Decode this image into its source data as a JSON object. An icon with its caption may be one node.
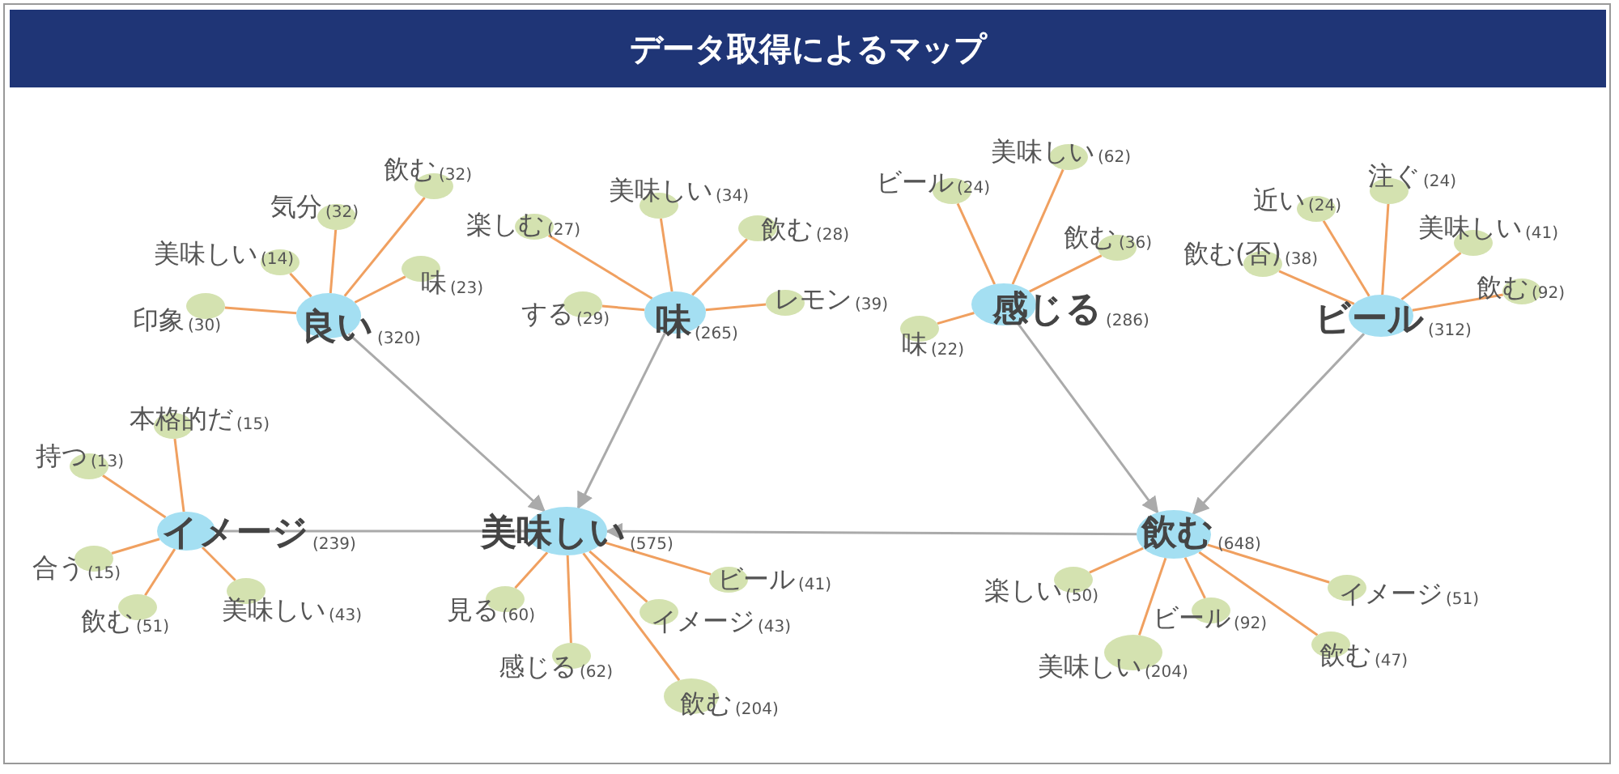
{
  "diagram": {
    "title": "データ取得によるマップ",
    "nodes": [
      {
        "text": [
          "良い",
          "(320)"
        ]
      },
      {
        "text": [
          "飲む",
          "(32)"
        ]
      },
      {
        "text": [
          "気分",
          "(32)"
        ]
      },
      {
        "text": [
          "美味しい",
          "(14)"
        ]
      },
      {
        "text": [
          "味",
          "(23)"
        ]
      },
      {
        "text": [
          "印象",
          "(30)"
        ]
      },
      {
        "text": [
          "味",
          "(265)"
        ]
      },
      {
        "text": [
          "楽しむ",
          "(27)"
        ]
      },
      {
        "text": [
          "美味しい",
          "(34)"
        ]
      },
      {
        "text": [
          "飲む",
          "(28)"
        ]
      },
      {
        "text": [
          "する",
          "(29)"
        ]
      },
      {
        "text": [
          "レモン",
          "(39)"
        ]
      },
      {
        "text": [
          "感じる",
          "(286)"
        ]
      },
      {
        "text": [
          "ビール",
          "(24)"
        ]
      },
      {
        "text": [
          "美味しい",
          "(62)"
        ]
      },
      {
        "text": [
          "飲む",
          "(36)"
        ]
      },
      {
        "text": [
          "味",
          "(22)"
        ]
      },
      {
        "text": [
          "ビール",
          "(312)"
        ]
      },
      {
        "text": [
          "近い",
          "(24)"
        ]
      },
      {
        "text": [
          "注ぐ",
          "(24)"
        ]
      },
      {
        "text": [
          "美味しい",
          "(41)"
        ]
      },
      {
        "text": [
          "飲む(否)",
          "(38)"
        ]
      },
      {
        "text": [
          "飲む",
          "(92)"
        ]
      },
      {
        "text": [
          "イメージ",
          "(239)"
        ]
      },
      {
        "text": [
          "本格的だ",
          "(15)"
        ]
      },
      {
        "text": [
          "持つ",
          "(13)"
        ]
      },
      {
        "text": [
          "合う",
          "(15)"
        ]
      },
      {
        "text": [
          "飲む",
          "(51)"
        ]
      },
      {
        "text": [
          "美味しい",
          "(43)"
        ]
      },
      {
        "text": [
          "美味しい",
          "(575)"
        ]
      },
      {
        "text": [
          "見る",
          "(60)"
        ]
      },
      {
        "text": [
          "感じる",
          "(62)"
        ]
      },
      {
        "text": [
          "飲む",
          "(204)"
        ]
      },
      {
        "text": [
          "ビール",
          "(41)"
        ]
      },
      {
        "text": [
          "イメージ",
          "(43)"
        ]
      },
      {
        "text": [
          "飲む",
          "(648)"
        ]
      },
      {
        "text": [
          "楽しい",
          "(50)"
        ]
      },
      {
        "text": [
          "美味しい",
          "(204)"
        ]
      },
      {
        "text": [
          "ビール",
          "(92)"
        ]
      },
      {
        "text": [
          "飲む",
          "(47)"
        ]
      },
      {
        "text": [
          "イメージ",
          "(51)"
        ]
      }
    ],
    "edges": [
      {
        "from": 0,
        "to": 1,
        "arrow": "none"
      },
      {
        "from": 0,
        "to": 2,
        "arrow": "none"
      },
      {
        "from": 0,
        "to": 3,
        "arrow": "none"
      },
      {
        "from": 0,
        "to": 4,
        "arrow": "none"
      },
      {
        "from": 0,
        "to": 5,
        "arrow": "none"
      },
      {
        "from": 6,
        "to": 7,
        "arrow": "none"
      },
      {
        "from": 6,
        "to": 8,
        "arrow": "none"
      },
      {
        "from": 6,
        "to": 9,
        "arrow": "none"
      },
      {
        "from": 6,
        "to": 10,
        "arrow": "none"
      },
      {
        "from": 6,
        "to": 11,
        "arrow": "none"
      },
      {
        "from": 12,
        "to": 13,
        "arrow": "none"
      },
      {
        "from": 12,
        "to": 14,
        "arrow": "none"
      },
      {
        "from": 12,
        "to": 15,
        "arrow": "none"
      },
      {
        "from": 12,
        "to": 16,
        "arrow": "none"
      },
      {
        "from": 17,
        "to": 18,
        "arrow": "none"
      },
      {
        "from": 17,
        "to": 19,
        "arrow": "none"
      },
      {
        "from": 17,
        "to": 20,
        "arrow": "none"
      },
      {
        "from": 17,
        "to": 21,
        "arrow": "none"
      },
      {
        "from": 17,
        "to": 22,
        "arrow": "none"
      },
      {
        "from": 23,
        "to": 24,
        "arrow": "none"
      },
      {
        "from": 23,
        "to": 25,
        "arrow": "none"
      },
      {
        "from": 23,
        "to": 26,
        "arrow": "none"
      },
      {
        "from": 23,
        "to": 27,
        "arrow": "none"
      },
      {
        "from": 23,
        "to": 28,
        "arrow": "none"
      },
      {
        "from": 29,
        "to": 30,
        "arrow": "none"
      },
      {
        "from": 29,
        "to": 31,
        "arrow": "none"
      },
      {
        "from": 29,
        "to": 32,
        "arrow": "none"
      },
      {
        "from": 29,
        "to": 33,
        "arrow": "none"
      },
      {
        "from": 29,
        "to": 34,
        "arrow": "none"
      },
      {
        "from": 35,
        "to": 36,
        "arrow": "none"
      },
      {
        "from": 35,
        "to": 37,
        "arrow": "none"
      },
      {
        "from": 35,
        "to": 38,
        "arrow": "none"
      },
      {
        "from": 35,
        "to": 39,
        "arrow": "none"
      },
      {
        "from": 35,
        "to": 40,
        "arrow": "none"
      },
      {
        "from": 0,
        "to": 29,
        "arrow": "to",
        "color": "#aaaaaa"
      },
      {
        "from": 6,
        "to": 29,
        "arrow": "to",
        "color": "#aaaaaa"
      },
      {
        "from": 12,
        "to": 35,
        "arrow": "to",
        "color": "#aaaaaa"
      },
      {
        "from": 17,
        "to": 35,
        "arrow": "to",
        "color": "#aaaaaa"
      },
      {
        "from": 23,
        "to": 29,
        "arrow": "none",
        "color": "#aaaaaa"
      },
      {
        "from": 35,
        "to": 29,
        "arrow": "to",
        "color": "#aaaaaa"
      }
    ]
  }
}
